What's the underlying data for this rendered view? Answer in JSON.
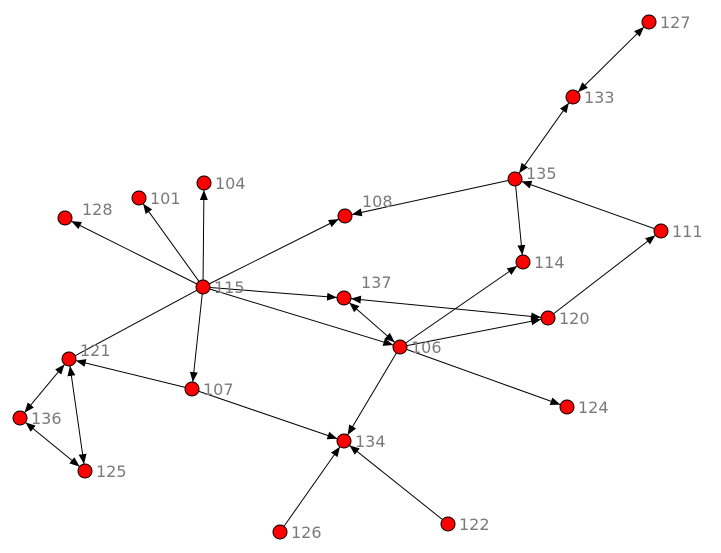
{
  "colors": {
    "node_fill": "#ff0000",
    "node_stroke": "#000000",
    "edge": "#000000",
    "label": "#7a7a7a"
  },
  "nodes": [
    {
      "id": "127",
      "label": "127"
    },
    {
      "id": "133",
      "label": "133"
    },
    {
      "id": "135",
      "label": "135"
    },
    {
      "id": "108",
      "label": "108"
    },
    {
      "id": "111",
      "label": "111"
    },
    {
      "id": "114",
      "label": "114"
    },
    {
      "id": "101",
      "label": "101"
    },
    {
      "id": "104",
      "label": "104"
    },
    {
      "id": "128",
      "label": "128"
    },
    {
      "id": "115",
      "label": "115"
    },
    {
      "id": "137",
      "label": "137"
    },
    {
      "id": "120",
      "label": "120"
    },
    {
      "id": "106",
      "label": "106"
    },
    {
      "id": "121",
      "label": "121"
    },
    {
      "id": "107",
      "label": "107"
    },
    {
      "id": "136",
      "label": "136"
    },
    {
      "id": "124",
      "label": "124"
    },
    {
      "id": "134",
      "label": "134"
    },
    {
      "id": "125",
      "label": "125"
    },
    {
      "id": "126",
      "label": "126"
    },
    {
      "id": "122",
      "label": "122"
    }
  ],
  "edges": [
    {
      "from": "133",
      "to": "127",
      "arrow_start": true,
      "arrow_end": true
    },
    {
      "from": "135",
      "to": "133",
      "arrow_start": true,
      "arrow_end": true
    },
    {
      "from": "135",
      "to": "108",
      "arrow_start": false,
      "arrow_end": true
    },
    {
      "from": "135",
      "to": "114",
      "arrow_start": false,
      "arrow_end": true
    },
    {
      "from": "111",
      "to": "135",
      "arrow_start": false,
      "arrow_end": true
    },
    {
      "from": "120",
      "to": "111",
      "arrow_start": false,
      "arrow_end": true
    },
    {
      "from": "115",
      "to": "101",
      "arrow_start": false,
      "arrow_end": true
    },
    {
      "from": "115",
      "to": "104",
      "arrow_start": false,
      "arrow_end": true
    },
    {
      "from": "115",
      "to": "128",
      "arrow_start": false,
      "arrow_end": true
    },
    {
      "from": "115",
      "to": "108",
      "arrow_start": false,
      "arrow_end": true
    },
    {
      "from": "115",
      "to": "137",
      "arrow_start": false,
      "arrow_end": true
    },
    {
      "from": "115",
      "to": "106",
      "arrow_start": false,
      "arrow_end": true
    },
    {
      "from": "115",
      "to": "107",
      "arrow_start": false,
      "arrow_end": true
    },
    {
      "from": "115",
      "to": "121",
      "arrow_start": false,
      "arrow_end": false
    },
    {
      "from": "120",
      "to": "137",
      "arrow_start": true,
      "arrow_end": true
    },
    {
      "from": "106",
      "to": "137",
      "arrow_start": true,
      "arrow_end": true
    },
    {
      "from": "106",
      "to": "114",
      "arrow_start": false,
      "arrow_end": true
    },
    {
      "from": "106",
      "to": "120",
      "arrow_start": false,
      "arrow_end": true
    },
    {
      "from": "106",
      "to": "124",
      "arrow_start": false,
      "arrow_end": true
    },
    {
      "from": "106",
      "to": "134",
      "arrow_start": false,
      "arrow_end": true
    },
    {
      "from": "107",
      "to": "121",
      "arrow_start": false,
      "arrow_end": true
    },
    {
      "from": "107",
      "to": "134",
      "arrow_start": false,
      "arrow_end": true
    },
    {
      "from": "121",
      "to": "136",
      "arrow_start": true,
      "arrow_end": true
    },
    {
      "from": "121",
      "to": "125",
      "arrow_start": true,
      "arrow_end": true
    },
    {
      "from": "136",
      "to": "125",
      "arrow_start": true,
      "arrow_end": true
    },
    {
      "from": "126",
      "to": "134",
      "arrow_start": false,
      "arrow_end": true
    },
    {
      "from": "122",
      "to": "134",
      "arrow_start": false,
      "arrow_end": true
    }
  ]
}
